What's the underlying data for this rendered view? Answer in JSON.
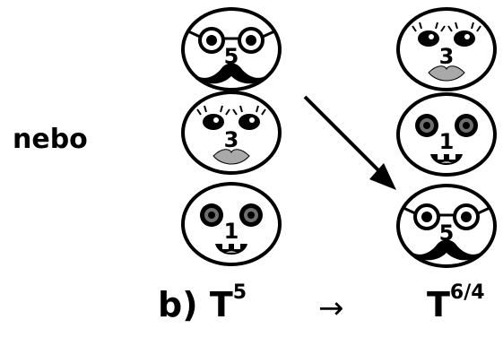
{
  "left_label": "nebo",
  "caption": {
    "part": "b)",
    "initial_symbol": "T",
    "initial_superscript": "5",
    "arrow": "→",
    "final_symbol": "T",
    "final_superscript": "6/4"
  },
  "left_stack": {
    "faces": [
      {
        "number": "5",
        "type": "glasses-mustache"
      },
      {
        "number": "3",
        "type": "lashes-lips"
      },
      {
        "number": "1",
        "type": "round-eyes-teeth"
      }
    ]
  },
  "right_stack": {
    "faces": [
      {
        "number": "3",
        "type": "lashes-lips"
      },
      {
        "number": "1",
        "type": "round-eyes-teeth"
      },
      {
        "number": "5",
        "type": "glasses-mustache"
      }
    ]
  },
  "colors": {
    "ink": "#000000",
    "lips": "#a9a9a9",
    "iris": "#6e6e6e",
    "face": "#ffffff"
  }
}
